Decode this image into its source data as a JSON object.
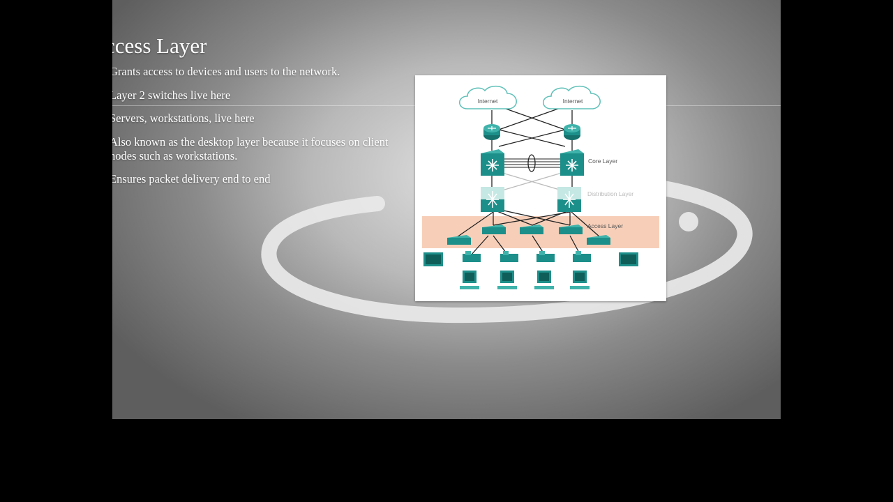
{
  "slide": {
    "title": "ccess Layer",
    "bullets": [
      "Grants access to devices and users to the network.",
      "Layer 2 switches live here",
      "Servers, workstations, live here",
      "Also known as the desktop layer because it focuses on client nodes such as workstations.",
      "Ensures packet delivery end to end"
    ]
  },
  "diagram": {
    "clouds": [
      "Internet",
      "Internet"
    ],
    "layers": {
      "core": "Core Layer",
      "distribution": "Distribution Layer",
      "access": "Access Layer"
    }
  },
  "colors": {
    "device_teal": "#1d8f8a",
    "access_band": "#f6c7ad",
    "annotation_stroke": "#e9e9e9",
    "cloud_stroke": "#5fc0b8"
  }
}
